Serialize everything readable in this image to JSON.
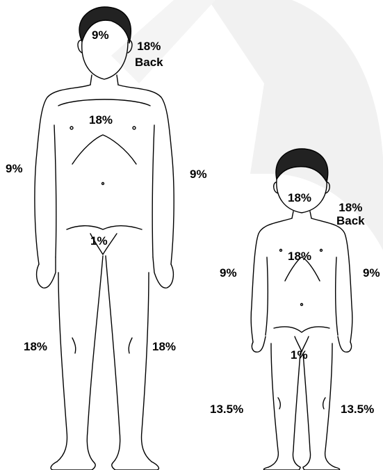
{
  "adult": {
    "head": "9%",
    "back": {
      "percent": "18%",
      "word": "Back"
    },
    "chest": "18%",
    "arm_left": "9%",
    "arm_right": "9%",
    "groin": "1%",
    "leg_left": "18%",
    "leg_right": "18%"
  },
  "child": {
    "head": "18%",
    "back": {
      "percent": "18%",
      "word": "Back"
    },
    "chest": "18%",
    "arm_left": "9%",
    "arm_right": "9%",
    "groin": "1%",
    "leg_left": "13.5%",
    "leg_right": "13.5%"
  },
  "colors": {
    "line": "#000000",
    "watermark": "#f1f1f1",
    "text": "#000000"
  }
}
